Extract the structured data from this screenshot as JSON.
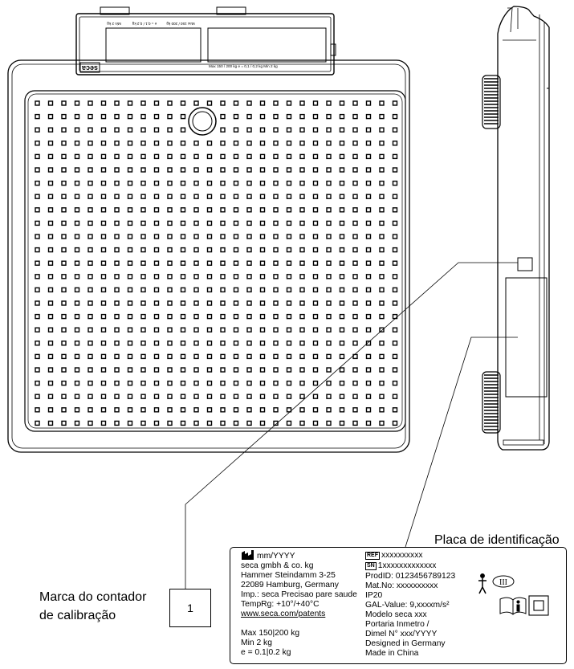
{
  "labels": {
    "placa_title": "Placa de identificação",
    "marca_line1": "Marca do contador",
    "marca_line2": "de calibração",
    "box_number": "1"
  },
  "plate": {
    "left": {
      "date": "mm/YYYY",
      "lines": [
        "seca gmbh & co. kg",
        "Hammer Steindamm 3-25",
        "22089 Hamburg, Germany",
        "Imp.: seca Precisao pare saude",
        "TempRg: +10°/+40°C"
      ],
      "link": "www.seca.com/patents",
      "specs": [
        "Max 150|200 kg",
        "Min 2 kg",
        "e = 0.1|0.2 kg"
      ]
    },
    "right": {
      "ref_tag": "REF",
      "ref_value": "xxxxxxxxxx",
      "sn_tag": "SN",
      "sn_value": "1xxxxxxxxxxxxx",
      "lines": [
        "ProdID: 0123456789123",
        "Mat.No: xxxxxxxxxx",
        "IP20",
        "GAL-Value: 9,xxxxm/s²",
        "Modelo seca xxx",
        "Portaria Inmetro /",
        "Dimel N° xxx/YYYY",
        "Designed in Germany",
        "Made in China"
      ]
    },
    "symbols": {
      "class_mark": "III",
      "icons": [
        "manufacturer-icon",
        "applied-part-icon",
        "class-iii-icon",
        "consult-instructions-icon",
        "double-insulation-icon"
      ]
    }
  },
  "display": {
    "left_texts": [
      "Min 2 kg",
      "e = 0,1 / 0,2 kg",
      "Max 150 / 200 kg"
    ],
    "right_text": "Max 150 / 200 kg   e = 0,1 / 0,2 kg   Min 2 kg",
    "logo": "seca"
  }
}
